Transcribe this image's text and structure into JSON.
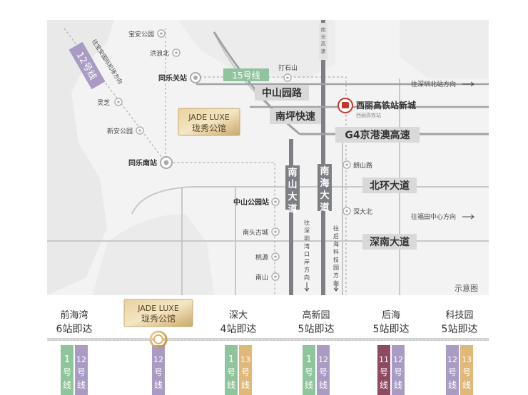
{
  "map": {
    "note": "示意图",
    "brand": {
      "en": "JADE LUXE",
      "cn": "珑秀公馆"
    },
    "roads": {
      "zhongshan_yuan": "中山园路",
      "nanping": "南坪快速",
      "g4": "G4京港澳高速",
      "beihuan": "北环大道",
      "shennan": "深南大道",
      "nanshan_da": "南山大道",
      "nanhai_da": "南海大道",
      "nanguang": "南光高速"
    },
    "lines": {
      "line15": "15号线",
      "line12": "12号线"
    },
    "directions": {
      "airport": "往宝安国际机场方向",
      "shenzhen_north": "往深圳北站方向",
      "futian": "往福田中心方向",
      "shekou": "往深圳湾口岸方向",
      "houhai": "往后海科技园方向"
    },
    "stations": {
      "baoan_park": "宝安公园",
      "honglang_north": "洪浪北",
      "tongle_guan": "同乐关站",
      "lingzhi": "灵芝",
      "xinan_park": "新安公园",
      "tongle_nan": "同乐南站",
      "zhongshan_park": "中山公园站",
      "nantou": "南头古城",
      "taoyuan": "桃源",
      "nanshan": "南山",
      "dashishan": "打石山",
      "langshan": "朗山路",
      "shendabei": "深大北",
      "xili_hsr": "西丽高铁站新城",
      "xili_hsr_sub": "西丽高铁站"
    }
  },
  "timeline": {
    "stops": [
      {
        "name": "前海湾",
        "count": "6站即达",
        "lines": [
          {
            "num": "1",
            "color": "#8fc49c"
          },
          {
            "num": "12",
            "color": "#a99bc4"
          }
        ]
      },
      {
        "name": "",
        "count": "",
        "lines": [
          {
            "num": "12",
            "color": "#a99bc4"
          }
        ]
      },
      {
        "name": "深大",
        "count": "4站即达",
        "lines": [
          {
            "num": "1",
            "color": "#8fc49c"
          },
          {
            "num": "13",
            "color": "#e0b878"
          }
        ]
      },
      {
        "name": "高新园",
        "count": "5站即达",
        "lines": [
          {
            "num": "1",
            "color": "#8fc49c"
          },
          {
            "num": "12",
            "color": "#a99bc4"
          }
        ]
      },
      {
        "name": "后海",
        "count": "5站即达",
        "lines": [
          {
            "num": "11",
            "color": "#8e4a62"
          },
          {
            "num": "12",
            "color": "#a99bc4"
          }
        ]
      },
      {
        "name": "科技园",
        "count": "5站即达",
        "lines": [
          {
            "num": "12",
            "color": "#a99bc4"
          },
          {
            "num": "13",
            "color": "#e0b878"
          }
        ]
      }
    ],
    "line_suffix": [
      "号",
      "线"
    ]
  },
  "colors": {
    "line12": "#a99bc4",
    "line15": "#8fc49c",
    "line1": "#8fc49c",
    "line11": "#8e4a62",
    "line13": "#e0b878",
    "gold": "#c4a46a",
    "road": "#7d7f84",
    "hsr": "#c0392b"
  }
}
